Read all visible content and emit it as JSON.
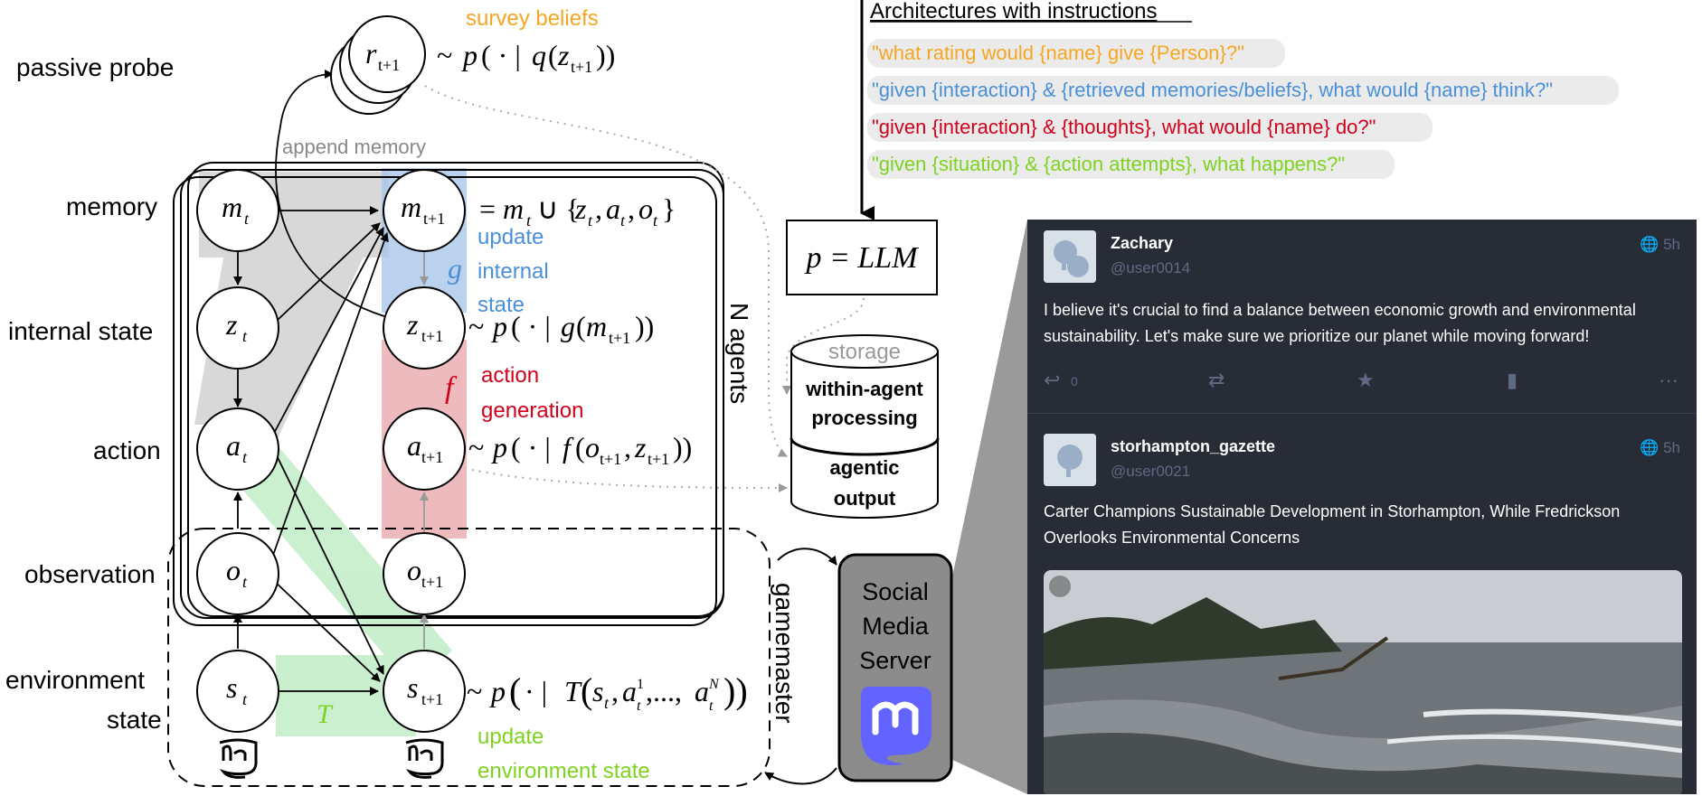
{
  "layers": {
    "memory": "memory",
    "internal_state": "internal state",
    "action": "action",
    "observation": "observation",
    "environment_state_line1": "environment",
    "environment_state_line2": "state",
    "passive_probe": "passive probe"
  },
  "annotations": {
    "survey_beliefs": "survey beliefs",
    "append_memory": "append memory",
    "update": "update",
    "internal": "internal",
    "state": "state",
    "action": "action",
    "generation": "generation",
    "update_env": "update",
    "environment_state": "environment state",
    "n_agents": "N agents",
    "gamemaster": "gamemaster"
  },
  "functions": {
    "g": "g",
    "f": "f",
    "T": "T"
  },
  "llm": {
    "label": "p = LLM"
  },
  "storage": {
    "title": "storage",
    "processing_line1": "within-agent",
    "processing_line2": "processing",
    "output_line1": "agentic",
    "output_line2": "output"
  },
  "server": {
    "line1": "Social",
    "line2": "Media",
    "line3": "Server"
  },
  "instructions": {
    "title": "Architectures with instructions",
    "items": [
      {
        "text": "\"what rating would {name} give {Person}?\"",
        "color": "#f5a623"
      },
      {
        "text": "\"given {interaction} & {retrieved memories/beliefs}, what would {name} think?\"",
        "color": "#4a90d9"
      },
      {
        "text": "\"given {interaction} & {thoughts}, what would {name} do?\"",
        "color": "#d0021b"
      },
      {
        "text": "\"given {situation} & {action attempts}, what happens?\"",
        "color": "#7ed321"
      }
    ]
  },
  "posts": [
    {
      "name": "Zachary",
      "handle": "@user0014",
      "time": "5h",
      "text": "I believe it's crucial to find a balance between economic growth and environmental sustainability. Let's make sure we prioritize our planet while moving forward!",
      "reply_count": "0"
    },
    {
      "name": "storhampton_gazette",
      "handle": "@user0021",
      "time": "5h",
      "text": "Carter Champions Sustainable Development in Storhampton, While Fredrickson Overlooks Environmental Concerns"
    }
  ],
  "colors": {
    "orange": "#f5a623",
    "blue": "#4a90d9",
    "red": "#d0021b",
    "green": "#7ed321",
    "mastodon": "#6364ff",
    "server_gray": "#8c8c8c"
  }
}
